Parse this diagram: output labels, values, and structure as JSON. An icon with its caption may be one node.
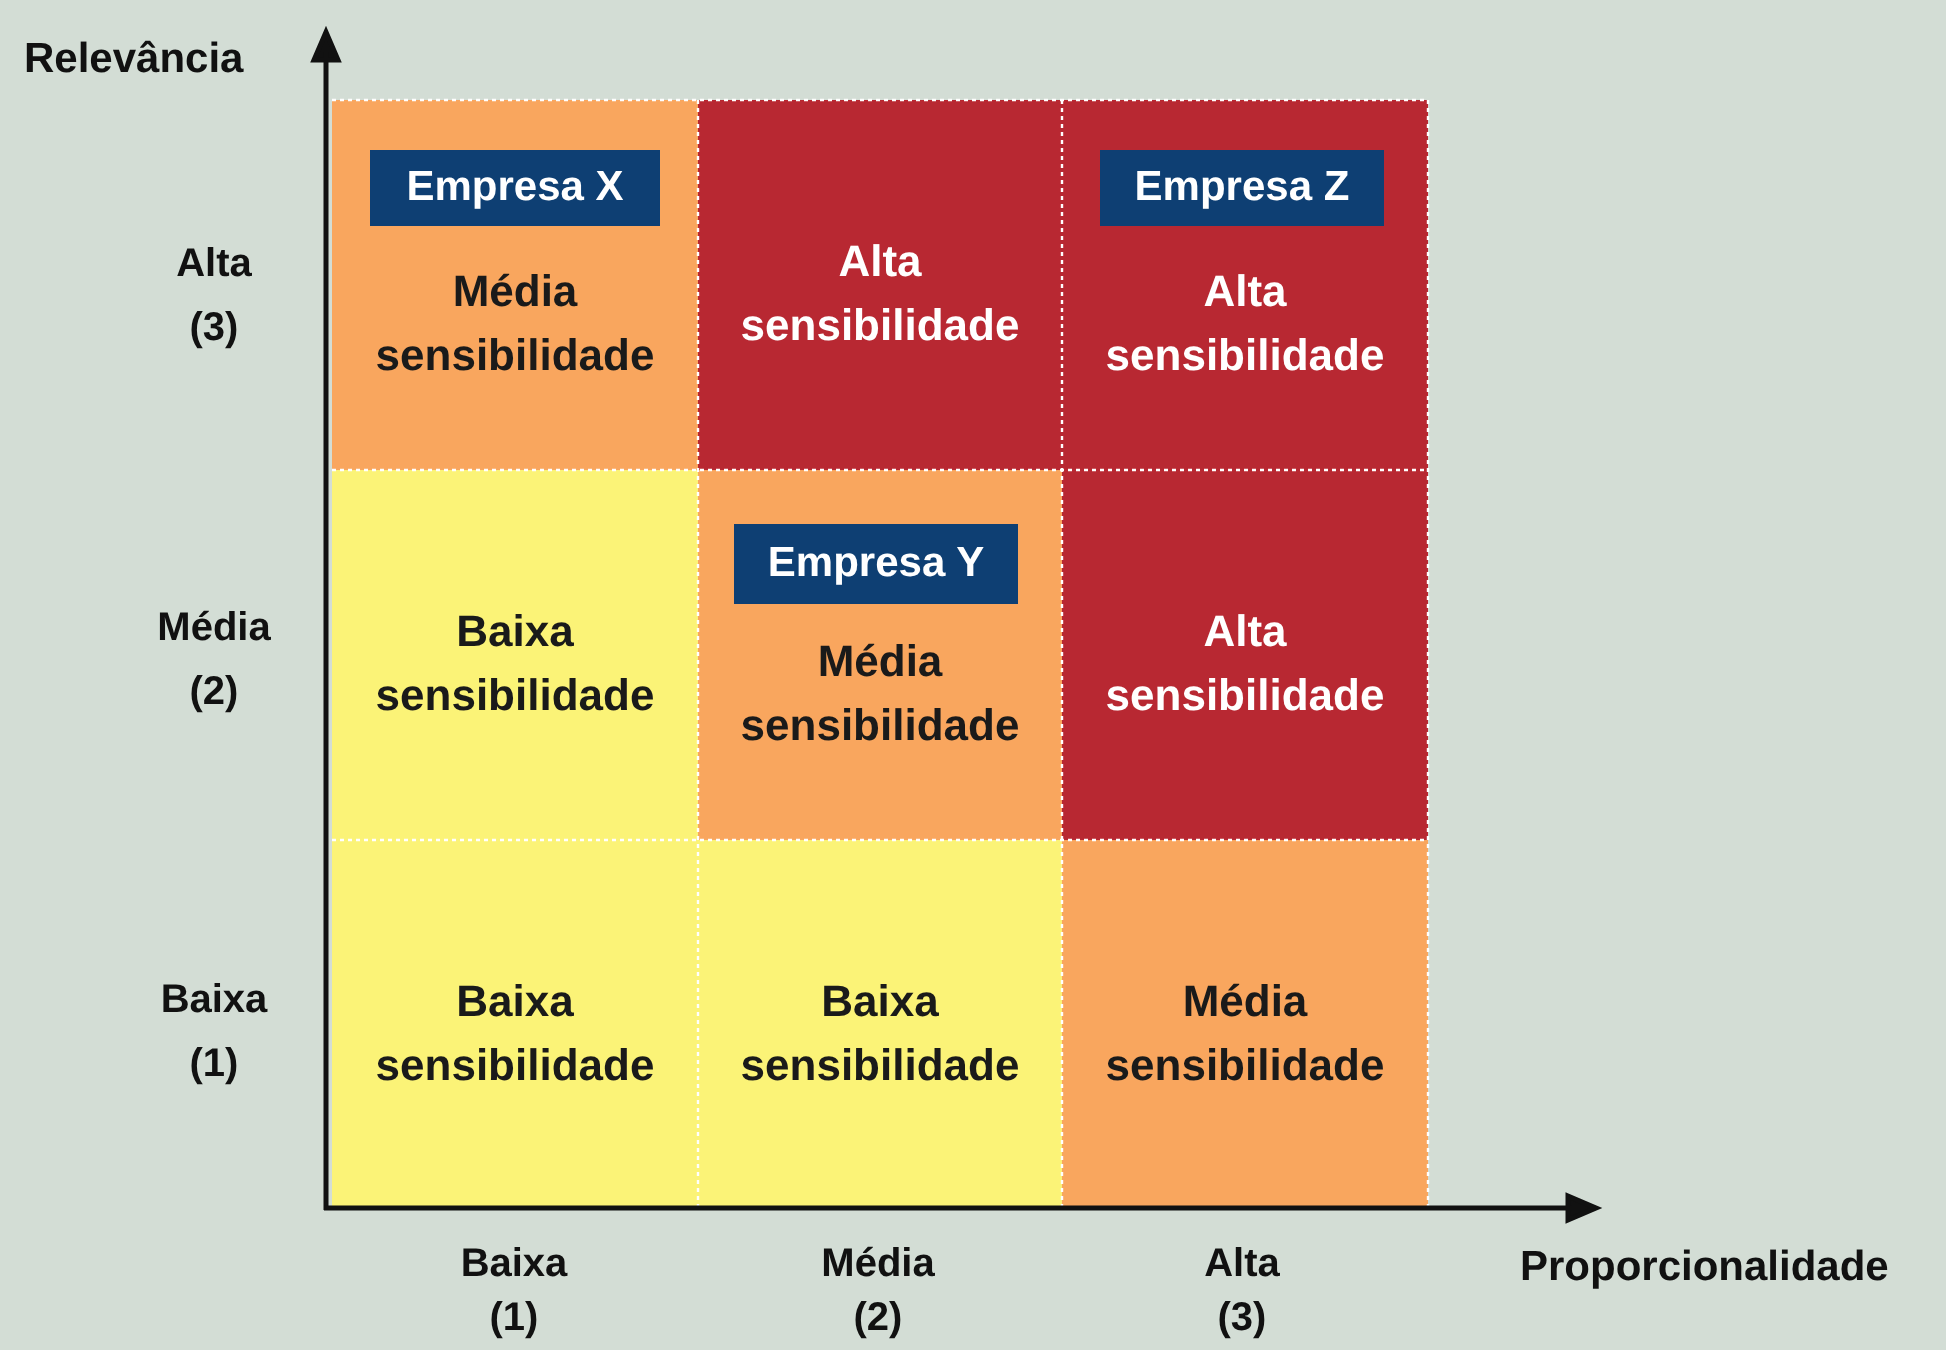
{
  "diagram": {
    "nodes": [
      {
        "text": [
          "Média sensibilidade"
        ]
      },
      {
        "text": [
          "Empresa X"
        ],
        "in": 0
      },
      {
        "text": [
          "Alta sensibilidade"
        ]
      },
      {
        "text": [
          "Alta sensibilidade"
        ]
      },
      {
        "text": [
          "Empresa Z"
        ],
        "in": 3
      },
      {
        "text": [
          "Baixa sensibilidade"
        ]
      },
      {
        "text": [
          "Média sensibilidade"
        ]
      },
      {
        "text": [
          "Empresa Y"
        ],
        "in": 6
      },
      {
        "text": [
          "Alta sensibilidade"
        ]
      },
      {
        "text": [
          "Baixa sensibilidade"
        ]
      },
      {
        "text": [
          "Baixa sensibilidade"
        ]
      },
      {
        "text": [
          "Média sensibilidade"
        ]
      }
    ],
    "edges": [],
    "labels": [
      "Relevância",
      "Alta (3)",
      "Média (2)",
      "Baixa (1)",
      "Baixa (1)",
      "Média (2)",
      "Alta (3)",
      "Proporcionalidade"
    ]
  }
}
